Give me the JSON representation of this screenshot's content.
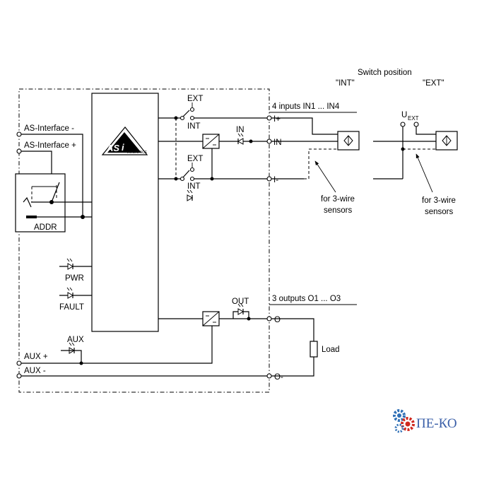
{
  "labels": {
    "switch_position": "Switch position",
    "int_quoted": "\"INT\"",
    "ext_quoted": "\"EXT\"",
    "inputs_header": "4 inputs IN1 ... IN4",
    "outputs_header": "3 outputs O1 ... O3",
    "as_interface_minus": "AS-Interface -",
    "as_interface_plus": "AS-Interface +",
    "addr": "ADDR",
    "pwr": "PWR",
    "fault": "FAULT",
    "aux": "AUX",
    "aux_plus": "AUX +",
    "aux_minus": "AUX -",
    "ext_top": "EXT",
    "int_top": "INT",
    "ext_bottom": "EXT",
    "int_bottom": "INT",
    "in_led": "IN",
    "out_led": "OUT",
    "terminal_i_plus": "I+",
    "terminal_in": "IN",
    "terminal_i_minus": "I-",
    "terminal_o": "O",
    "terminal_o_minus": "O-",
    "load": "Load",
    "u_ext_u": "U",
    "u_ext_sub": "EXT",
    "for_3wire_line1": "for 3-wire",
    "for_3wire_line2": "sensors",
    "for_3wire_b_line1": "for 3-wire",
    "for_3wire_b_line2": "sensors",
    "asi_logo_text": "AS",
    "asi_logo_i": "i",
    "asi_logo_sub": "INTERFACE"
  },
  "watermark": {
    "text": "ПЕ-КО",
    "colors": {
      "gear_red": "#d0281e",
      "gear_blue": "#2e6fb6",
      "text": "#3a5fa8"
    }
  },
  "icons": [
    "sensor-icon",
    "led-icon",
    "converter-icon",
    "switch-icon",
    "gear-icon"
  ]
}
